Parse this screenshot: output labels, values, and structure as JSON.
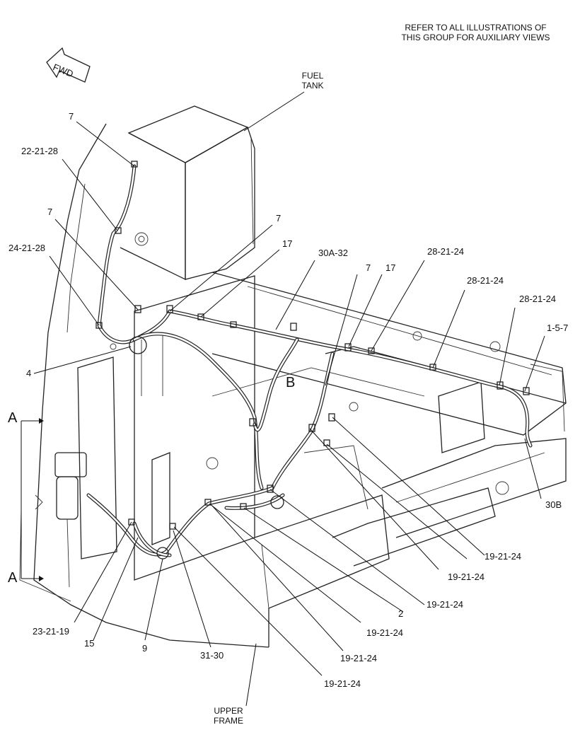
{
  "header_note": {
    "line1": "REFER TO ALL ILLUSTRATIONS OF",
    "line2": "THIS GROUP FOR AUXILIARY VIEWS"
  },
  "fwd_arrow": "FWD",
  "fuel_tank": {
    "line1": "FUEL",
    "line2": "TANK"
  },
  "upper_frame": {
    "line1": "UPPER",
    "line2": "FRAME"
  },
  "view_letters": {
    "a_top": "A",
    "a_bottom": "A",
    "b": "B"
  },
  "callouts": {
    "c7_top": "7",
    "c22_21_28": "22-21-28",
    "c7_left": "7",
    "c24_21_28": "24-21-28",
    "c7_center": "7",
    "c17_left": "17",
    "c30a_32": "30A-32",
    "c7_right": "7",
    "c17_right": "17",
    "c28_21_24_a": "28-21-24",
    "c28_21_24_b": "28-21-24",
    "c28_21_24_c": "28-21-24",
    "c1_5_7": "1-5-7",
    "c4": "4",
    "c30b": "30B",
    "c19_21_24_a": "19-21-24",
    "c19_21_24_b": "19-21-24",
    "c19_21_24_c": "19-21-24",
    "c2": "2",
    "c19_21_24_d": "19-21-24",
    "c19_21_24_e": "19-21-24",
    "c19_21_24_f": "19-21-24",
    "c23_21_19": "23-21-19",
    "c15": "15",
    "c9": "9",
    "c31_30": "31-30"
  }
}
